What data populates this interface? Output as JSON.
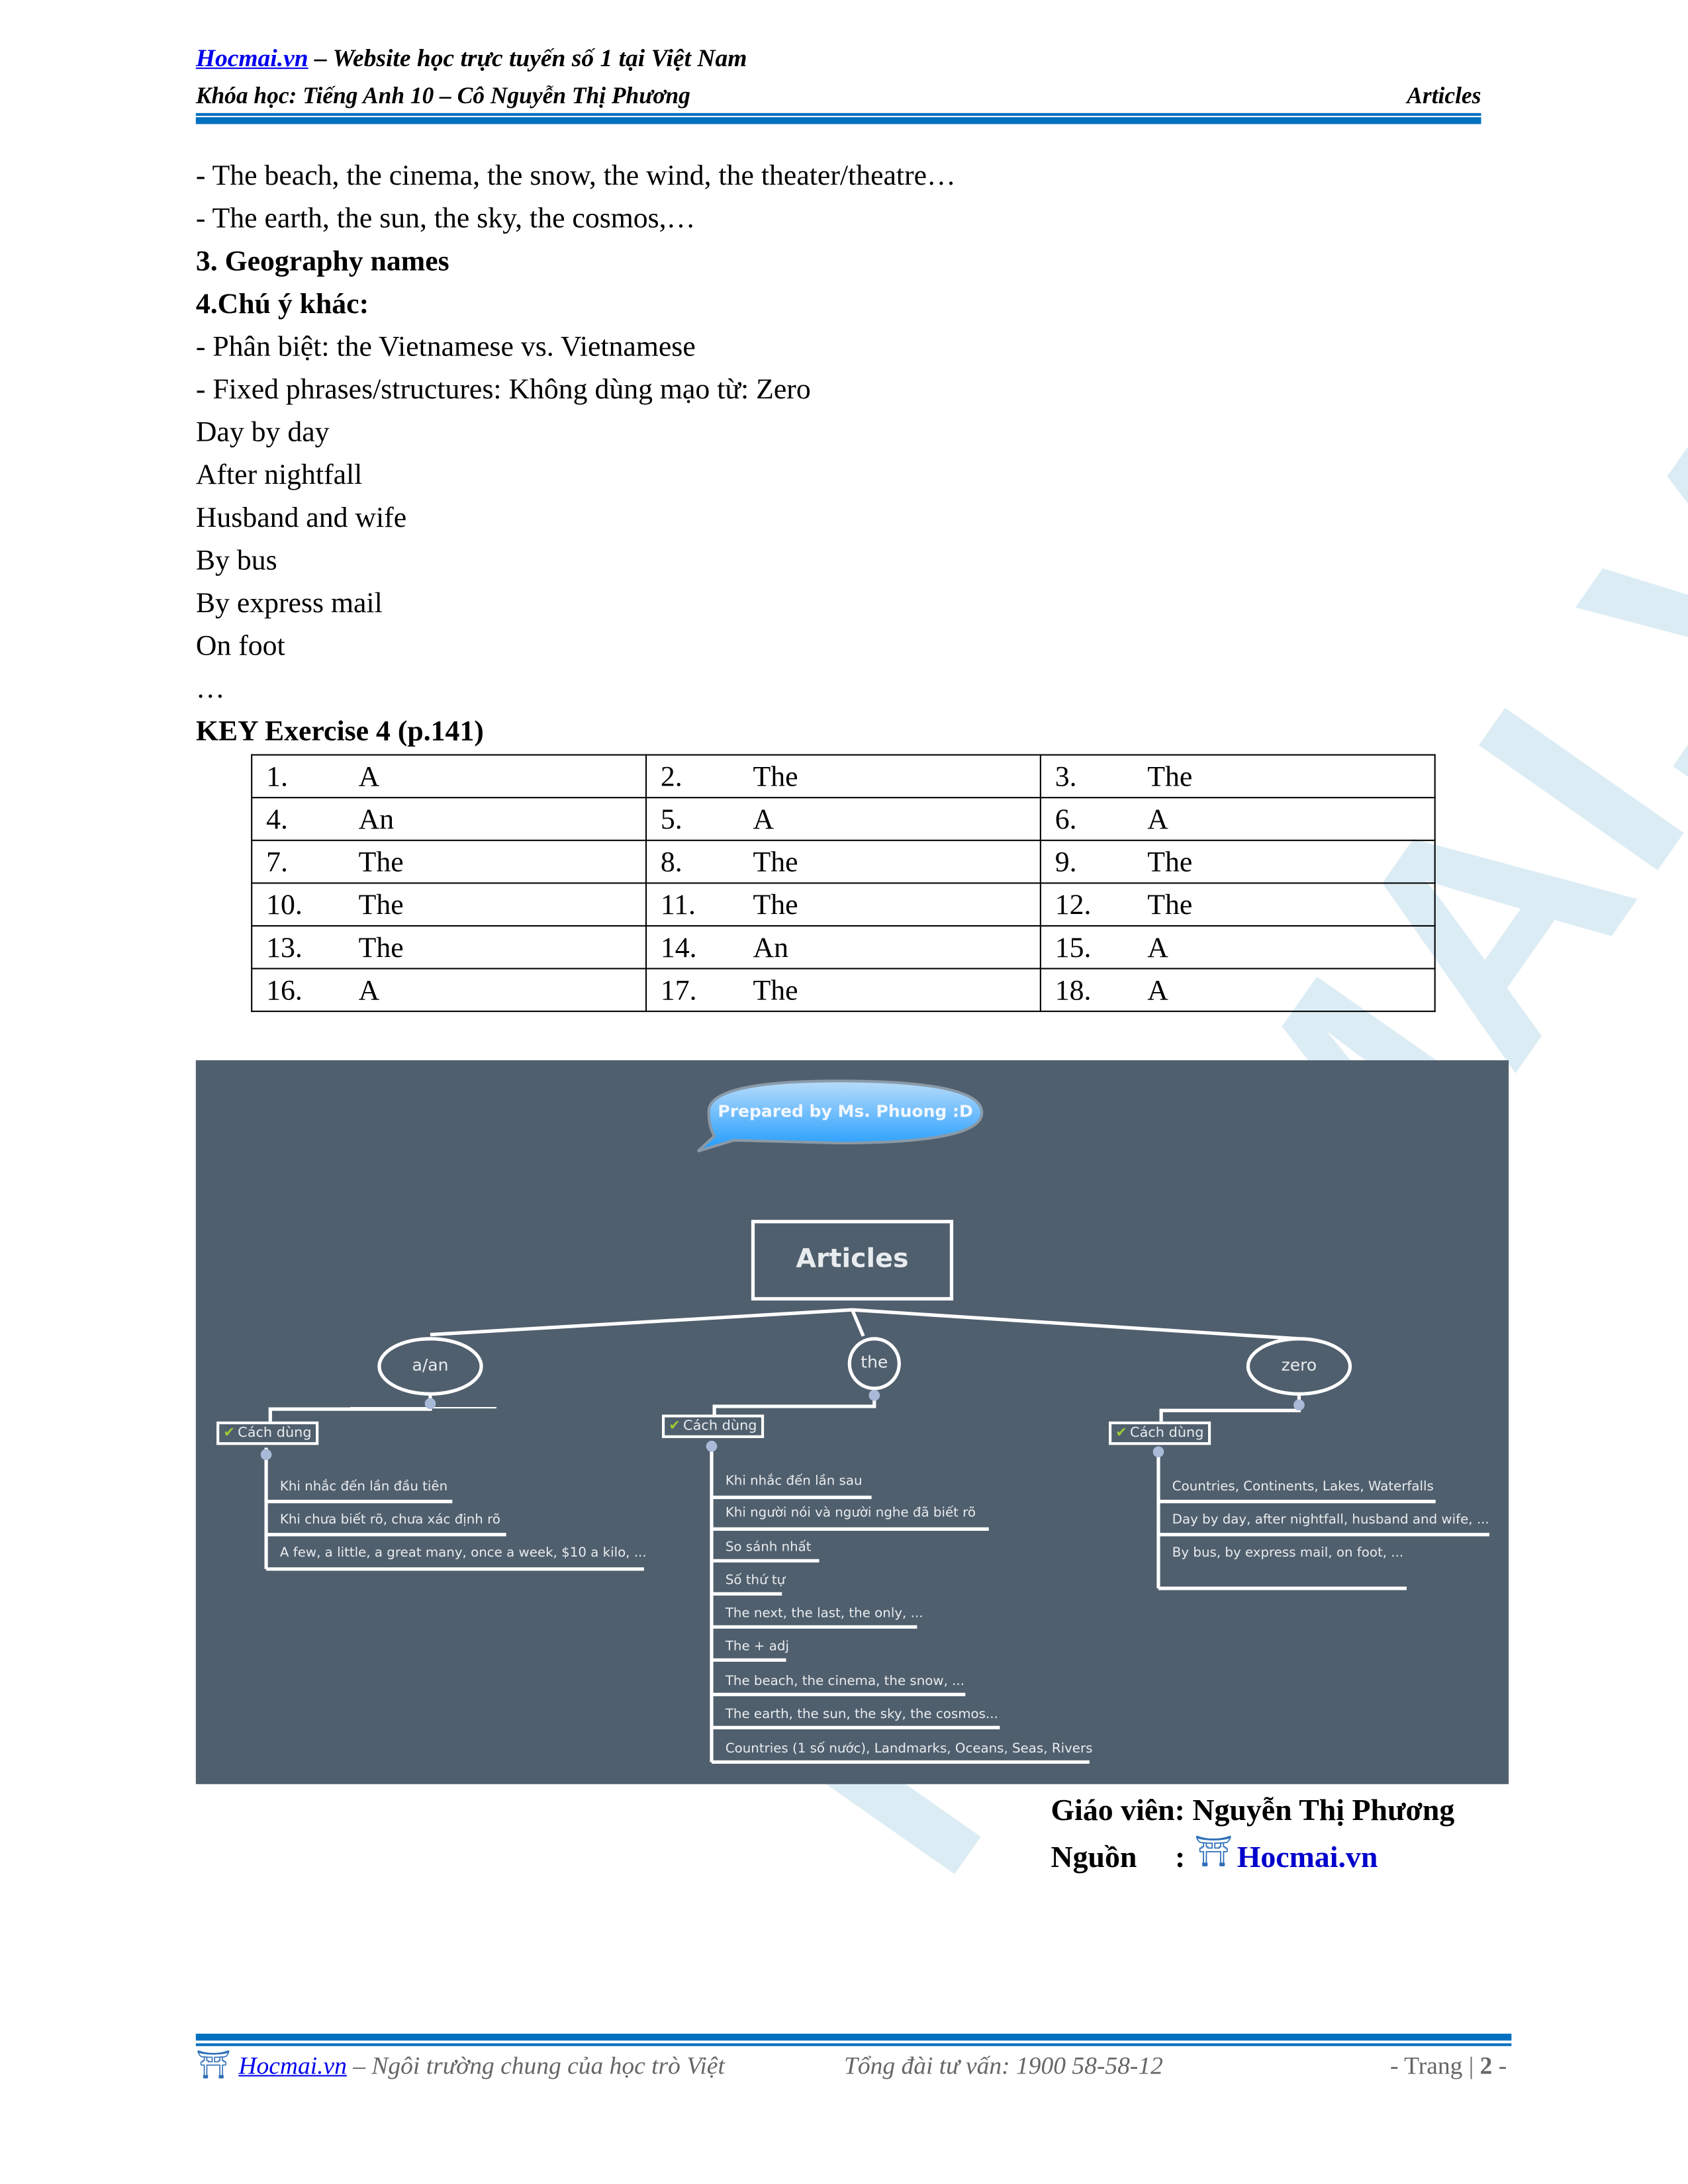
{
  "header": {
    "brand": "Hocmai.vn",
    "tagline": " – Website học trực tuyến số 1 tại Việt Nam",
    "course": "Khóa học: Tiếng Anh 10 – Cô Nguyễn Thị Phương",
    "topic": "Articles"
  },
  "watermark": "HOCMAI.VN",
  "body_lines": [
    {
      "text": "- The beach, the cinema, the snow, the wind, the theater/theatre…",
      "bold": false
    },
    {
      "text": "- The earth, the sun, the sky, the cosmos,…",
      "bold": false
    },
    {
      "text": "3. Geography names",
      "bold": true
    },
    {
      "text": "4.Chú ý khác:",
      "bold": true
    },
    {
      "text": "- Phân biệt: the Vietnamese vs. Vietnamese",
      "bold": false
    },
    {
      "text": "- Fixed phrases/structures: Không dùng mạo từ: Zero",
      "bold": false
    },
    {
      "text": "Day by day",
      "bold": false
    },
    {
      "text": "After nightfall",
      "bold": false
    },
    {
      "text": "Husband and wife",
      "bold": false
    },
    {
      "text": "By bus",
      "bold": false
    },
    {
      "text": "By express mail",
      "bold": false
    },
    {
      "text": "On foot",
      "bold": false
    },
    {
      "text": "…",
      "bold": false
    },
    {
      "text": "KEY Exercise 4 (p.141)",
      "bold": true
    }
  ],
  "key_table": [
    [
      [
        "1.",
        "A"
      ],
      [
        "2.",
        "The"
      ],
      [
        "3.",
        "The"
      ]
    ],
    [
      [
        "4.",
        "An"
      ],
      [
        "5.",
        "A"
      ],
      [
        "6.",
        "A"
      ]
    ],
    [
      [
        "7.",
        "The"
      ],
      [
        "8.",
        "The"
      ],
      [
        "9.",
        "The"
      ]
    ],
    [
      [
        "10.",
        "The"
      ],
      [
        "11.",
        "The"
      ],
      [
        "12.",
        "The"
      ]
    ],
    [
      [
        "13.",
        "The"
      ],
      [
        "14.",
        "An"
      ],
      [
        "15.",
        "A"
      ]
    ],
    [
      [
        "16.",
        "A"
      ],
      [
        "17.",
        "The"
      ],
      [
        "18.",
        "A"
      ]
    ]
  ],
  "mindmap": {
    "bubble": "Prepared by Ms. Phuong :D",
    "root": "Articles",
    "branches": [
      {
        "label": "a/an",
        "sub": "Cách dùng",
        "items": [
          "Khi nhắc đến lần đầu tiên",
          "Khi chưa biết rõ, chưa xác định rõ",
          "A few, a little, a great many, once a week, $10 a kilo, ..."
        ]
      },
      {
        "label": "the",
        "sub": "Cách dùng",
        "items": [
          "Khi nhắc đến lần sau",
          "Khi người nói và người nghe đã biết rõ",
          "So sánh nhất",
          "Số thứ tự",
          "The next, the last, the only, ...",
          "The + adj",
          "The beach, the cinema, the snow, ...",
          "The earth, the sun, the sky, the cosmos...",
          "Countries (1 số nước), Landmarks, Oceans, Seas, Rivers"
        ]
      },
      {
        "label": "zero",
        "sub": "Cách dùng",
        "items": [
          "Countries, Continents, Lakes, Waterfalls",
          "Day by day, after nightfall, husband and wife, ...",
          "By bus, by express mail, on foot, ..."
        ]
      }
    ]
  },
  "signature": {
    "teacher": "Giáo viên: Nguyễn Thị Phương",
    "source_label": "Nguồn",
    "source_sep": ":",
    "source": "Hocmai.vn"
  },
  "footer": {
    "brand": "Hocmai.vn",
    "slogan": " – Ngôi trường chung của học trò Việt",
    "hotline": "Tổng đài tư vấn: 1900 58-58-12",
    "page_prefix": "- Trang | ",
    "page_num": "2",
    "page_suffix": " -"
  },
  "colors": {
    "accent": "#0070c0",
    "link": "#0000ee",
    "mindmap_bg": "#505f6d",
    "check": "#9acd32"
  }
}
